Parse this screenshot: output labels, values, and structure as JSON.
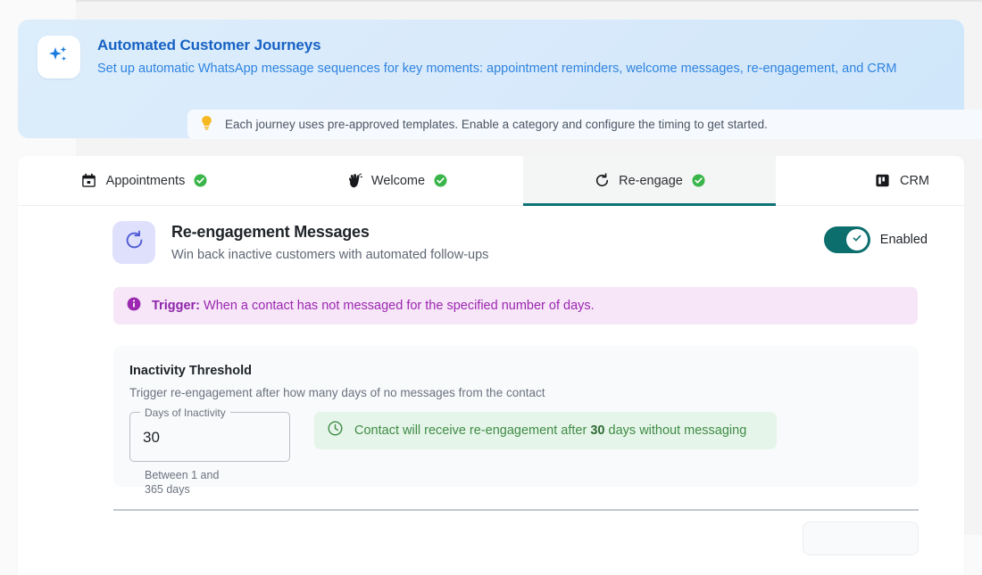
{
  "hero": {
    "icon": "sparkles-icon",
    "title": "Automated Customer Journeys",
    "subtitle": "Set up automatic WhatsApp message sequences for key moments: appointment reminders, welcome messages, re-engagement, and CRM",
    "tip_icon": "lightbulb-icon",
    "tip": "Each journey uses pre-approved templates. Enable a category and configure the timing to get started."
  },
  "tabs": [
    {
      "label": "Appointments",
      "icon": "calendar-icon",
      "status": "check-circle-icon",
      "active": false
    },
    {
      "label": "Welcome",
      "icon": "waving-hand-icon",
      "status": "check-circle-icon",
      "active": false
    },
    {
      "label": "Re-engage",
      "icon": "refresh-icon",
      "status": "check-circle-icon",
      "active": true
    },
    {
      "label": "CRM",
      "icon": "kanban-board-icon",
      "status": "",
      "active": false
    }
  ],
  "section": {
    "icon": "refresh-icon",
    "title": "Re-engagement Messages",
    "subtitle": "Win back inactive customers with automated follow-ups",
    "toggle_label": "Enabled",
    "toggle_state": "on",
    "toggle_icon": "check-icon"
  },
  "trigger": {
    "icon": "info-icon",
    "label": "Trigger:",
    "text": "When a contact has not messaged for the specified number of days."
  },
  "threshold": {
    "title": "Inactivity Threshold",
    "description": "Trigger re-engagement after how many days of no messages from the contact",
    "field_label": "Days of Inactivity",
    "field_value": "30",
    "field_helper": "Between 1 and 365 days",
    "success_icon": "clock-icon",
    "success_prefix": "Contact will receive re-engagement after",
    "success_value": "30",
    "success_suffix": "days without messaging"
  },
  "colors": {
    "accent_teal": "#0d7377",
    "brand_blue": "#1762c4",
    "trigger_purple": "#9c27b0",
    "success_green": "#3f8c46",
    "tip_amber": "#f5b820"
  }
}
